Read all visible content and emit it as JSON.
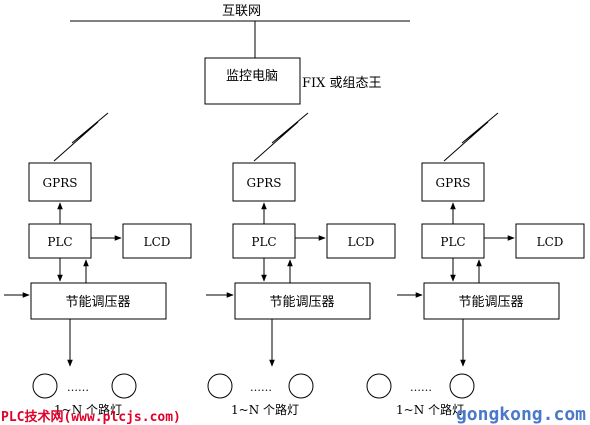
{
  "internet_label": "互联网",
  "monitor": {
    "label": "监控电脑",
    "software_note": "FIX 或组态王"
  },
  "stations": [
    {
      "gprs": "GPRS",
      "plc": "PLC",
      "lcd": "LCD",
      "regulator": "节能调压器",
      "dots": "……",
      "lamp_label": "1~N 个路灯"
    },
    {
      "gprs": "GPRS",
      "plc": "PLC",
      "lcd": "LCD",
      "regulator": "节能调压器",
      "dots": "……",
      "lamp_label": "1~N 个路灯"
    },
    {
      "gprs": "GPRS",
      "plc": "PLC",
      "lcd": "LCD",
      "regulator": "节能调压器",
      "dots": "……",
      "lamp_label": "1~N 个路灯"
    }
  ],
  "watermarks": {
    "left": "PLC技术网(www.plcjs.com)",
    "right": "gongkong.com",
    "left_color": "#e0002a",
    "right_color": "#4a79c9"
  }
}
